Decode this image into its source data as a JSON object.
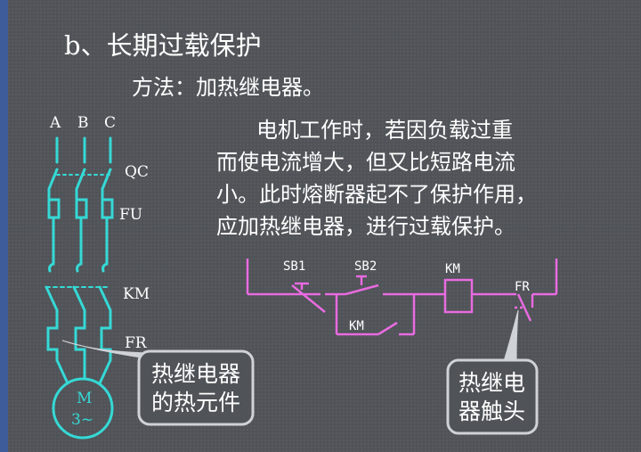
{
  "title": "b、长期过载保护",
  "method": "方法：加热继电器。",
  "description": {
    "lines": [
      "电机工作时，若因负载过重",
      "而使电流增大，但又比短路电流",
      "小。此时熔断器起不了保护作用，",
      "应加热继电器，进行过载保护。"
    ]
  },
  "main_circuit": {
    "phases": [
      "A",
      "B",
      "C"
    ],
    "labels": {
      "qc": "QC",
      "fu": "FU",
      "km": "KM",
      "fr": "FR"
    },
    "motor": {
      "letter": "M",
      "phase": "3~"
    }
  },
  "control_circuit": {
    "labels": {
      "sb1": "SB1",
      "sb2": "SB2",
      "km_coil": "KM",
      "km_contact": "KM",
      "fr": "FR"
    }
  },
  "callouts": {
    "heating_element": [
      "热继电器",
      "的热元件"
    ],
    "relay_contact": [
      "热继电",
      "器触头"
    ]
  },
  "colors": {
    "main_circuit": "#35d9d6",
    "control_circuit": "#e86be0",
    "callout_border": "#cfd2d6"
  }
}
